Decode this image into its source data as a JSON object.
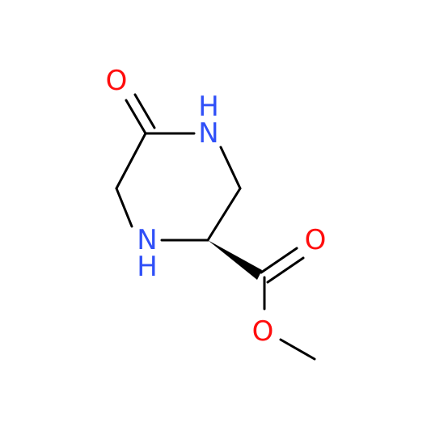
{
  "colors": {
    "background": "#ffffff",
    "bond": "#000000",
    "oxygen": "#ff0d0d",
    "nitrogen": "#3050f8"
  },
  "atoms": {
    "o_ketone": {
      "label": "O",
      "element": "oxygen"
    },
    "n_ring_top": {
      "label": "N",
      "element": "nitrogen"
    },
    "h_ring_top": {
      "label": "H",
      "element": "nitrogen"
    },
    "n_ring_left": {
      "label": "N",
      "element": "nitrogen"
    },
    "h_ring_left": {
      "label": "H",
      "element": "nitrogen"
    },
    "o_carbonyl": {
      "label": "O",
      "element": "oxygen"
    },
    "o_ester": {
      "label": "O",
      "element": "oxygen"
    }
  },
  "stereo": {
    "wedge_bond": "solid-wedge"
  }
}
